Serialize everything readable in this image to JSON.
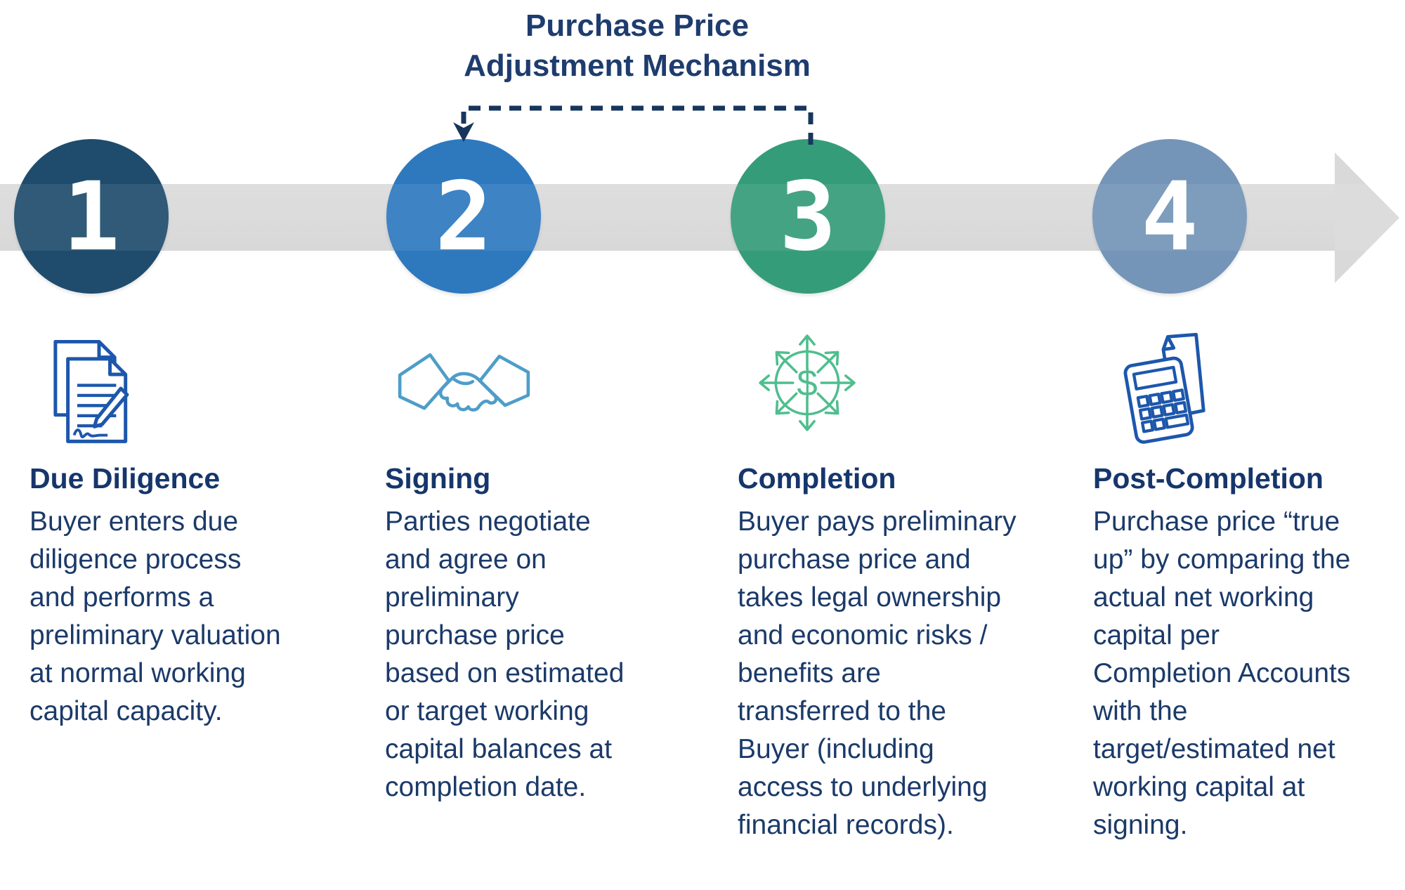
{
  "header": {
    "title_line1": "Purchase Price",
    "title_line2": "Adjustment Mechanism"
  },
  "timeline": {
    "band_color": "#D9D9D9",
    "connector_color": "#17365D",
    "title_color": "#1E3C6E",
    "text_color": "#1B3A69"
  },
  "stages": [
    {
      "number": "1",
      "circle_color": "#1F4C6D",
      "icon": "documents-pen-icon",
      "icon_color": "#1D57AC",
      "heading": "Due Diligence",
      "description": "Buyer enters due diligence process and performs a preliminary valuation at normal working capital capacity."
    },
    {
      "number": "2",
      "circle_color": "#2E79BE",
      "icon": "handshake-icon",
      "icon_color": "#4E9DC9",
      "heading": "Signing",
      "description": "Parties negotiate and agree on preliminary purchase price based on estimated or target working capital balances at completion date."
    },
    {
      "number": "3",
      "circle_color": "#359C79",
      "icon": "dollar-circulation-icon",
      "icon_color": "#4FBE8E",
      "heading": "Completion",
      "description": "Buyer pays preliminary purchase price and takes legal ownership and economic risks / benefits are transferred to the Buyer (including access to underlying financial records)."
    },
    {
      "number": "4",
      "circle_color": "#7495B8",
      "icon": "calculator-document-icon",
      "icon_color": "#1D57AC",
      "heading": "Post-Completion",
      "description": "Purchase price “true up” by comparing the actual net working capital per Completion Accounts with the target/estimated net working capital at signing."
    }
  ]
}
